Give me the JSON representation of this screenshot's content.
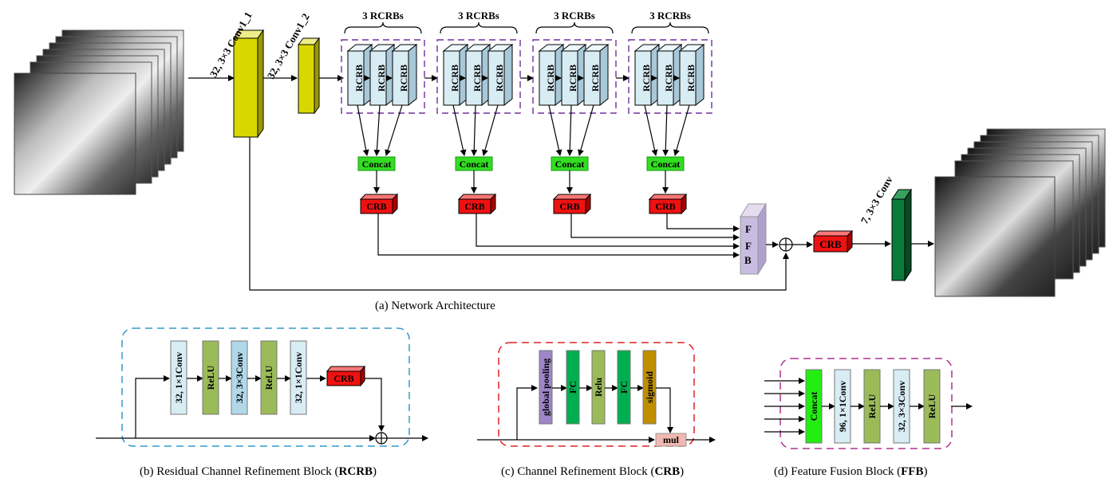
{
  "network": {
    "conv1_label": "32, 3×3 Conv1_1",
    "conv2_label": "32, 3×3 Conv1_2",
    "group_labels": [
      "3 RCRBs",
      "3 RCRBs",
      "3 RCRBs",
      "3 RCRBs"
    ],
    "rcrb_label": "RCRB",
    "concat_label": "Concat",
    "crb_label": "CRB",
    "ffb_letters": [
      "F",
      "F",
      "B"
    ],
    "plus_symbol": "⊕",
    "conv_out_label": "7, 3×3 Conv",
    "caption": "(a) Network Architecture"
  },
  "rcrb_block": {
    "layers": [
      "32, 1×1Conv",
      "ReLU",
      "32, 3×3Conv",
      "ReLU",
      "32, 1×1Conv"
    ],
    "crb_label": "CRB",
    "caption_prefix": "(b)  Residual Channel Refinement  Block (",
    "caption_bold": "RCRB",
    "caption_suffix": ")"
  },
  "crb_block": {
    "layers": [
      "global pooling",
      "FC",
      "Relu",
      "FC",
      "sigmoid"
    ],
    "mul_label": "mul",
    "caption_prefix": "(c) Channel Refinement Block (",
    "caption_bold": "CRB",
    "caption_suffix": ")"
  },
  "ffb_block": {
    "layers": [
      "Concat",
      "96, 1×1Conv",
      "ReLU",
      "32, 3×3Conv",
      "ReLU"
    ],
    "caption_prefix": "(d) Feature Fusion Block (",
    "caption_bold": "FFB",
    "caption_suffix": ")"
  },
  "colors": {
    "conv_yellow": "#d8d800",
    "rcrb_blue": "#d8ecf4",
    "concat_green": "#33dd22",
    "crb_red": "#ee1111",
    "ffb_purple": "#c8bce0",
    "conv_out_green": "#0a7a3a",
    "relu_green": "#9bbb59",
    "fc_green": "#00b050",
    "pool_purple": "#9e86c8",
    "sigmoid_gold": "#bf8f00",
    "mul_pink": "#f0b8b0",
    "blue_dash": "#3399cc",
    "red_dash": "#dd2222",
    "purple_dash": "#7030a0",
    "magenta_dash": "#b03090"
  }
}
